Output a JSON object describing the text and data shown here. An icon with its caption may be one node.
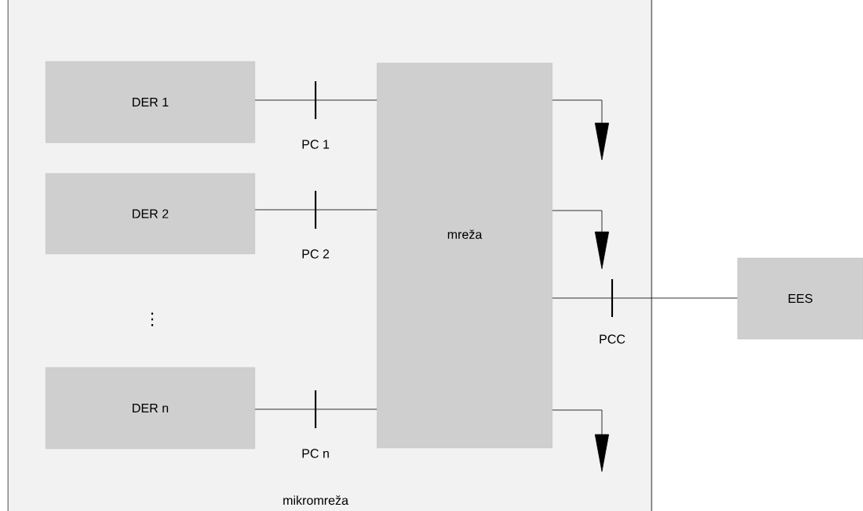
{
  "diagram": {
    "nodes": [
      {
        "text": [
          "mikromreža"
        ]
      },
      {
        "text": [
          "DER 1"
        ],
        "in": 0
      },
      {
        "text": [
          "DER 2"
        ],
        "in": 0
      },
      {
        "text": [
          "DER n"
        ],
        "in": 0
      },
      {
        "text": [
          "mreža"
        ],
        "in": 0
      },
      {
        "text": [
          "EES"
        ]
      }
    ],
    "edges": [
      {
        "from": 1,
        "to": 4,
        "arrow": "none",
        "label": "PC 1"
      },
      {
        "from": 2,
        "to": 4,
        "arrow": "none",
        "label": "PC 2"
      },
      {
        "from": 3,
        "to": 4,
        "arrow": "none",
        "label": "PC n"
      },
      {
        "from": 4,
        "to": 5,
        "arrow": "none",
        "label": "PCC"
      },
      {
        "from": 4,
        "to": null,
        "arrow": "to"
      },
      {
        "from": 4,
        "to": null,
        "arrow": "to"
      },
      {
        "from": 4,
        "to": null,
        "arrow": "to"
      }
    ],
    "labels": [
      "⋮"
    ]
  }
}
